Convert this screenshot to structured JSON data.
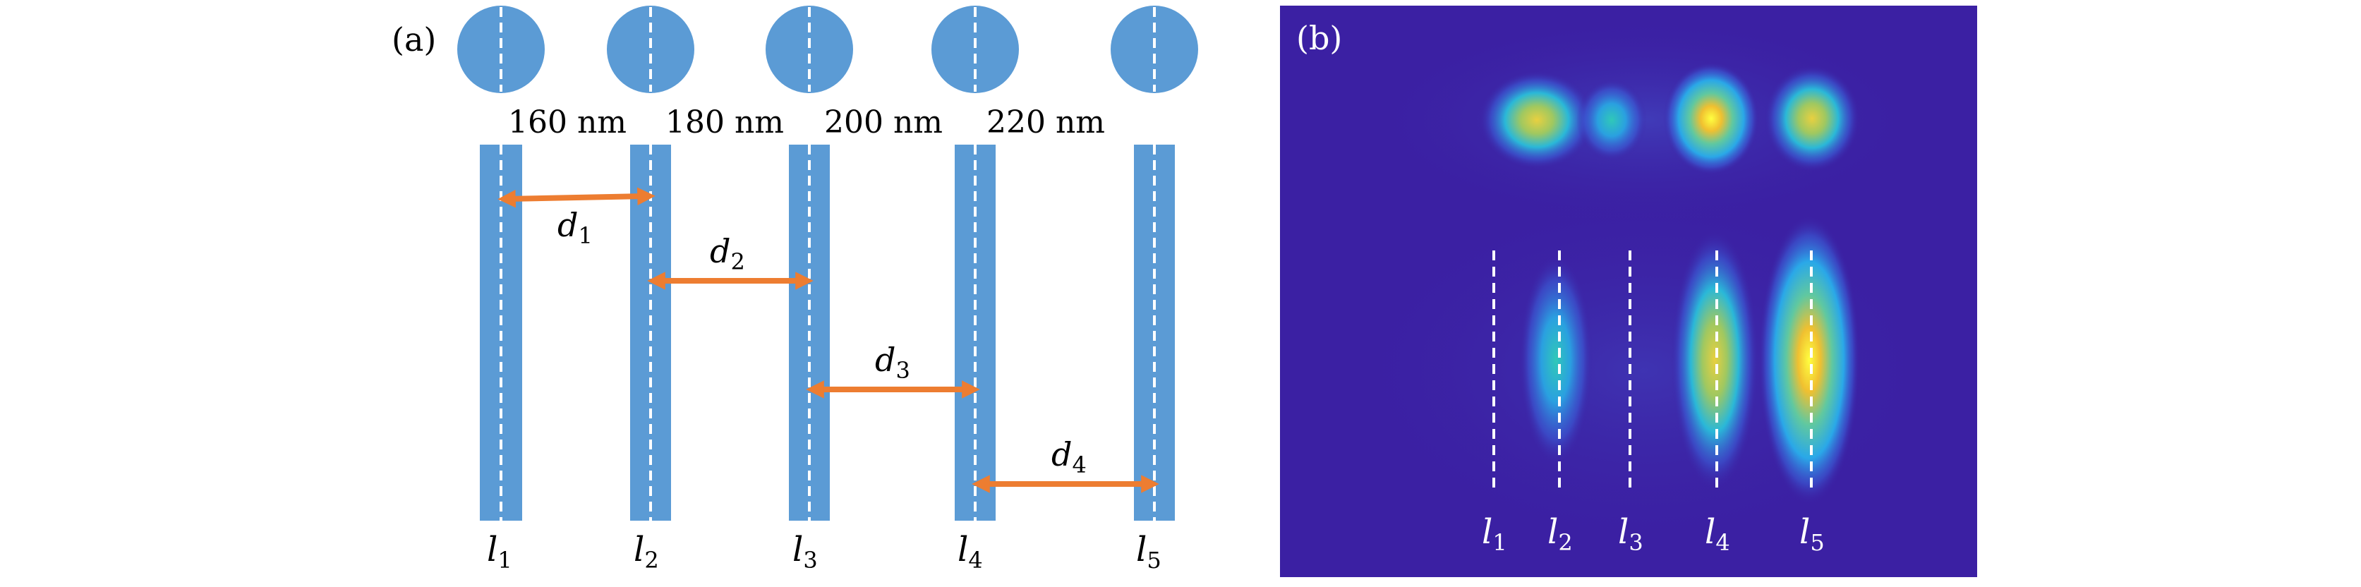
{
  "panel_a": {
    "label": "(a)",
    "distances": [
      "160 nm",
      "180 nm",
      "200 nm",
      "220 nm"
    ],
    "gaps": [
      {
        "sym": "d",
        "sub": "1"
      },
      {
        "sym": "d",
        "sub": "2"
      },
      {
        "sym": "d",
        "sub": "3"
      },
      {
        "sym": "d",
        "sub": "4"
      }
    ],
    "lines": [
      {
        "sym": "l",
        "sub": "1"
      },
      {
        "sym": "l",
        "sub": "2"
      },
      {
        "sym": "l",
        "sub": "3"
      },
      {
        "sym": "l",
        "sub": "4"
      },
      {
        "sym": "l",
        "sub": "5"
      }
    ]
  },
  "panel_b": {
    "label": "(b)",
    "lines": [
      {
        "sym": "l",
        "sub": "1"
      },
      {
        "sym": "l",
        "sub": "2"
      },
      {
        "sym": "l",
        "sub": "3"
      },
      {
        "sym": "l",
        "sub": "4"
      },
      {
        "sym": "l",
        "sub": "5"
      }
    ]
  },
  "colors": {
    "rod": "#5b9bd5",
    "arrow": "#ed7d31",
    "field_bg": "#3b20a3",
    "dash_white": "#ffffff"
  }
}
